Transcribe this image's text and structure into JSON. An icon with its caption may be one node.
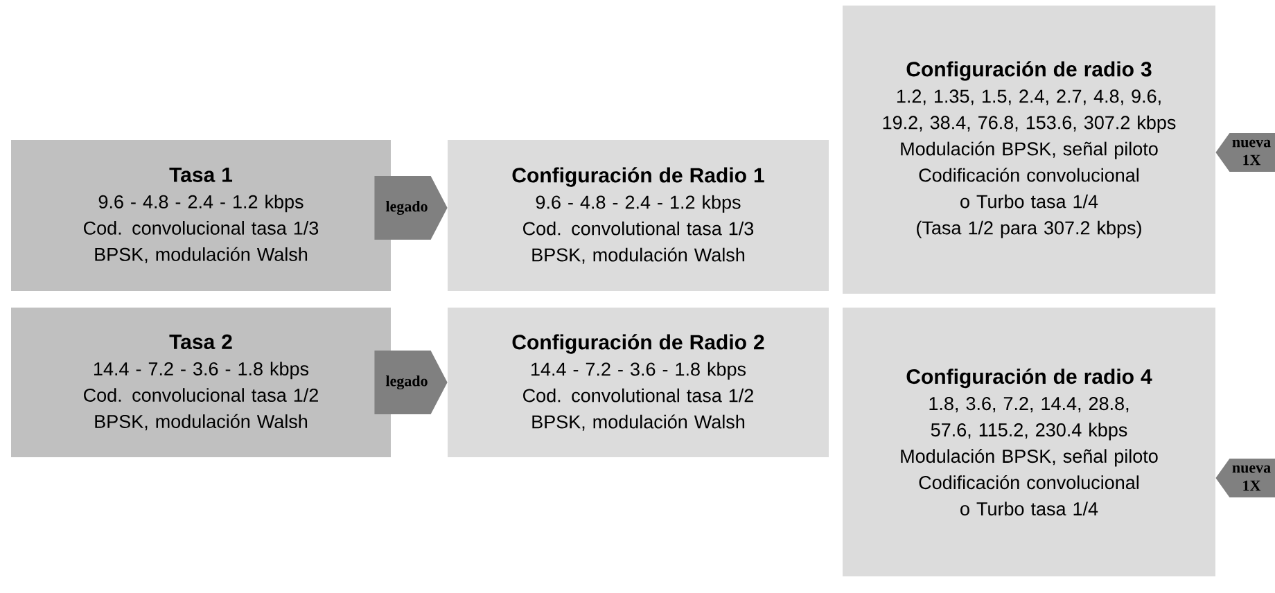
{
  "diagram": {
    "nodes": [
      {
        "text": [
          "Tasa 1",
          "9.6 - 4.8 - 2.4 - 1.2 kbps",
          "Cod. convolucional tasa 1/3",
          "BPSK, modulación Walsh"
        ]
      },
      {
        "text": [
          "Tasa 2",
          "14.4 - 7.2 - 3.6 - 1.8 kbps",
          "Cod. convolucional tasa 1/2",
          "BPSK, modulación Walsh"
        ]
      },
      {
        "text": [
          "Configuración de Radio 1",
          "9.6 - 4.8 - 2.4 - 1.2 kbps",
          "Cod. convolutional tasa 1/3",
          "BPSK, modulación Walsh"
        ]
      },
      {
        "text": [
          "Configuración de Radio 2",
          "14.4 - 7.2 - 3.6 - 1.8 kbps",
          "Cod. convolutional tasa 1/2",
          "BPSK, modulación Walsh"
        ]
      },
      {
        "text": [
          "Configuración de radio 3",
          "1.2, 1.35, 1.5, 2.4, 2.7, 4.8, 9.6, 19.2, 38.4, 76.8, 153.6, 307.2 kbps",
          "Modulación BPSK, señal piloto",
          "Codificación convolucional o Turbo tasa 1/4",
          "(Tasa 1/2 para 307.2 kbps)"
        ]
      },
      {
        "text": [
          "Configuración de radio 4",
          "1.8, 3.6, 7.2, 14.4, 28.8, 57.6, 115.2, 230.4 kbps",
          "Modulación BPSK, señal piloto",
          "Codificación convolucional o Turbo tasa 1/4"
        ]
      }
    ],
    "edges": [
      {
        "from": 0,
        "to": 2,
        "arrow": "to",
        "label": "legado"
      },
      {
        "from": 1,
        "to": 3,
        "arrow": "to",
        "label": "legado"
      },
      {
        "from": null,
        "to": 4,
        "arrow": "to",
        "label": "nueva 1X"
      },
      {
        "from": null,
        "to": 5,
        "arrow": "to",
        "label": "nueva 1X"
      }
    ]
  }
}
